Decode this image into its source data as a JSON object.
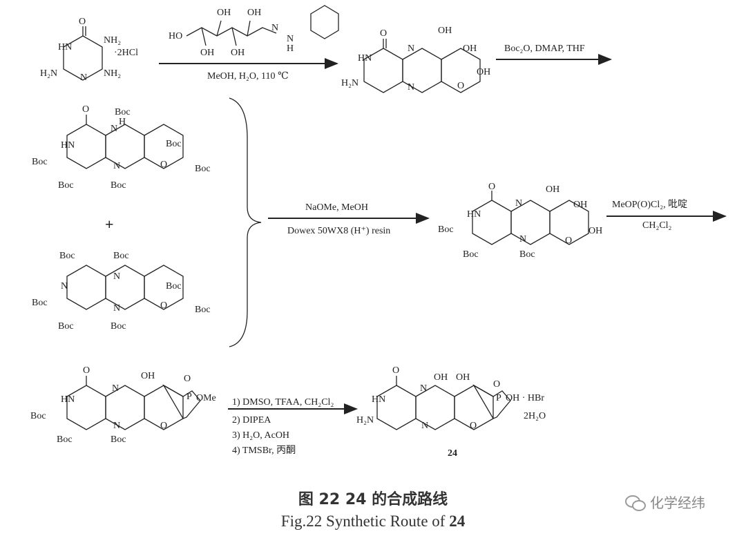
{
  "reactants": {
    "start_amine_salt": "·2HCl",
    "sugar_hydrazone": {
      "ho_left": "HO",
      "oh_labels": [
        "OH",
        "OH"
      ],
      "hydrazone_n": "N",
      "nh": "N",
      "h": "H"
    }
  },
  "labels": {
    "nh2": "NH₂",
    "h2n": "H₂N",
    "hn": "HN",
    "n": "N",
    "nh": "N",
    "h": "H",
    "o": "O",
    "oh": "OH",
    "boc": "Boc",
    "plus": "+",
    "o_boc": "O",
    "ome": "OMe",
    "p": "P",
    "o_eq": "O",
    "compound_number": "24",
    "hbr": "OH · HBr",
    "water": "2H₂O"
  },
  "conditions": {
    "step1": "MeOH, H₂O, 110 ℃",
    "step2": "Boc₂O, DMAP, THF",
    "step3_top": "NaOMe, MeOH",
    "step3_bottom": "Dowex 50WX8 (H⁺) resin",
    "step4_top": "MeOP(O)Cl₂, 吡啶",
    "step4_bottom": "CH₂Cl₂",
    "step5": [
      "1) DMSO, TFAA, CH₂Cl₂",
      "2) DIPEA",
      "3) H₂O, AcOH",
      "4) TMSBr, 丙酮"
    ]
  },
  "caption": {
    "cn": "图 22   24 的合成路线",
    "en_prefix": "Fig.22   Synthetic Route of ",
    "en_bold": "24"
  },
  "watermark": {
    "text": "化学经纬"
  }
}
